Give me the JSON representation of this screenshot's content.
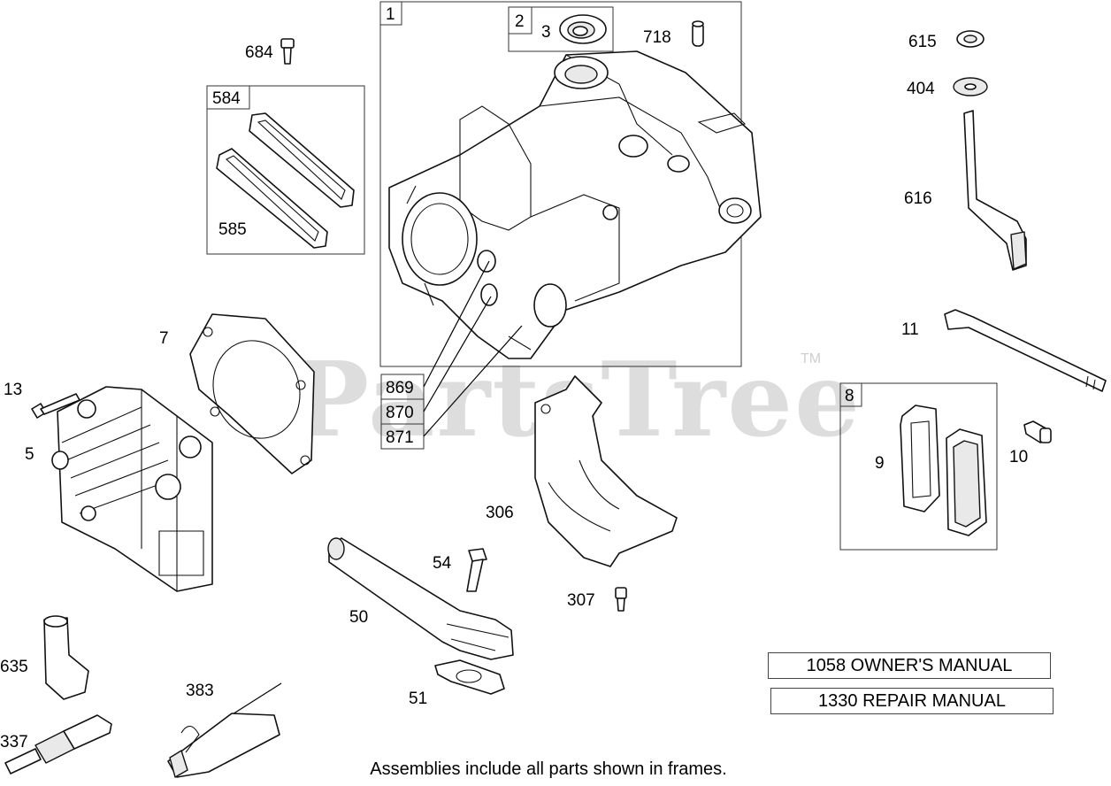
{
  "watermark": {
    "text": "PartsTree",
    "trademark": "TM"
  },
  "callouts": {
    "p1": "1",
    "p2": "2",
    "p3": "3",
    "p5": "5",
    "p7": "7",
    "p8": "8",
    "p9": "9",
    "p10": "10",
    "p11": "11",
    "p13": "13",
    "p50": "50",
    "p51": "51",
    "p54": "54",
    "p306": "306",
    "p307": "307",
    "p337": "337",
    "p383": "383",
    "p404": "404",
    "p584": "584",
    "p585": "585",
    "p615": "615",
    "p616": "616",
    "p635": "635",
    "p684": "684",
    "p718": "718",
    "p869": "869",
    "p870": "870",
    "p871": "871"
  },
  "manuals": {
    "owners": "1058 OWNER'S MANUAL",
    "repair": "1330 REPAIR MANUAL"
  },
  "footer": {
    "note": "Assemblies include all parts shown in frames."
  }
}
